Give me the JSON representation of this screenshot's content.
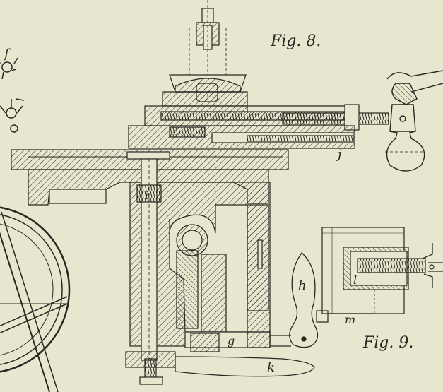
{
  "colors": {
    "paper": "#e9e6cf",
    "ink": "#2a2722"
  },
  "figures": {
    "fig8": "Fig. 8.",
    "fig9": "Fig. 9."
  },
  "labels": {
    "f": "f",
    "j": "j",
    "i": "i",
    "h": "h",
    "g": "g",
    "k": "k",
    "l": "l",
    "m": "m"
  }
}
